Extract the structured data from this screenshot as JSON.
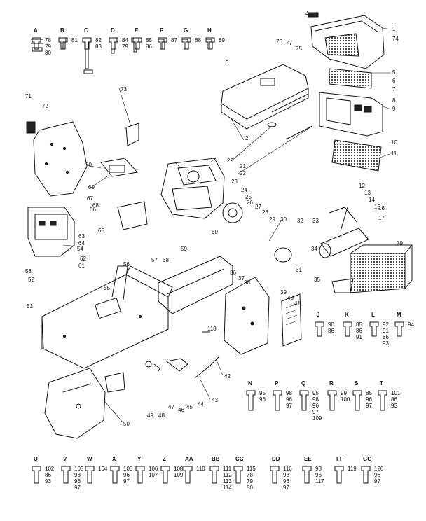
{
  "top_legend": [
    {
      "letter": "A",
      "nums": [
        "78",
        "79",
        "80"
      ]
    },
    {
      "letter": "B",
      "nums": [
        "81"
      ]
    },
    {
      "letter": "C",
      "nums": [
        "82",
        "83"
      ]
    },
    {
      "letter": "D",
      "nums": [
        "84",
        "79"
      ]
    },
    {
      "letter": "E",
      "nums": [
        "85",
        "86"
      ]
    },
    {
      "letter": "F",
      "nums": [
        "87"
      ]
    },
    {
      "letter": "G",
      "nums": [
        "88"
      ]
    },
    {
      "letter": "H",
      "nums": [
        "89"
      ]
    }
  ],
  "right_legend": [
    {
      "letter": "J",
      "nums": [
        "90",
        "86"
      ]
    },
    {
      "letter": "K",
      "nums": [
        "85",
        "86",
        "91"
      ]
    },
    {
      "letter": "L",
      "nums": [
        "92",
        "91",
        "86",
        "93"
      ]
    },
    {
      "letter": "M",
      "nums": [
        "94"
      ]
    }
  ],
  "mid_legend": [
    {
      "letter": "N",
      "nums": [
        "95",
        "96"
      ]
    },
    {
      "letter": "P",
      "nums": [
        "98",
        "96",
        "97"
      ]
    },
    {
      "letter": "Q",
      "nums": [
        "95",
        "98",
        "96",
        "97",
        "109"
      ]
    },
    {
      "letter": "R",
      "nums": [
        "99",
        "100"
      ]
    },
    {
      "letter": "S",
      "nums": [
        "85",
        "96",
        "97"
      ]
    },
    {
      "letter": "T",
      "nums": [
        "101",
        "86",
        "93"
      ]
    }
  ],
  "bottom_legend": [
    {
      "letter": "U",
      "nums": [
        "102",
        "86",
        "93"
      ]
    },
    {
      "letter": "V",
      "nums": [
        "103",
        "98",
        "96",
        "97"
      ]
    },
    {
      "letter": "W",
      "nums": [
        "104"
      ]
    },
    {
      "letter": "X",
      "nums": [
        "105",
        "96",
        "97"
      ]
    },
    {
      "letter": "Y",
      "nums": [
        "106",
        "107"
      ]
    },
    {
      "letter": "Z",
      "nums": [
        "108",
        "109"
      ]
    },
    {
      "letter": "AA",
      "nums": [
        "110"
      ]
    },
    {
      "letter": "BB",
      "nums": [
        "111",
        "112",
        "113",
        "114"
      ]
    },
    {
      "letter": "CC",
      "nums": [
        "115",
        "78",
        "79",
        "80"
      ]
    },
    {
      "letter": "DD",
      "nums": [
        "116",
        "98",
        "96",
        "97"
      ]
    },
    {
      "letter": "EE",
      "nums": [
        "98",
        "96",
        "117"
      ]
    },
    {
      "letter": "FF",
      "nums": [
        "119"
      ]
    },
    {
      "letter": "GG",
      "nums": [
        "120",
        "96",
        "97"
      ]
    }
  ],
  "callouts": {
    "c1": "1",
    "c2": "2",
    "c3": "3",
    "c4": "4",
    "c5": "5",
    "c6": "6",
    "c7": "7",
    "c8": "8",
    "c9": "9",
    "c10": "10",
    "c11": "11",
    "c12": "12",
    "c13": "13",
    "c14": "14",
    "c15": "15",
    "c16": "16",
    "c17": "17",
    "c20": "20",
    "c21": "21",
    "c22": "22",
    "c23": "23",
    "c24": "24",
    "c25": "25",
    "c26": "26",
    "c27": "27",
    "c28": "28",
    "c29": "29",
    "c30": "30",
    "c31": "31",
    "c32": "32",
    "c33": "33",
    "c34": "34",
    "c35": "35",
    "c36": "36",
    "c37": "37",
    "c38": "38",
    "c39": "39",
    "c40": "40",
    "c41": "41",
    "c42": "42",
    "c43": "43",
    "c44": "44",
    "c45": "45",
    "c46": "46",
    "c47": "47",
    "c48": "48",
    "c49": "49",
    "c50": "50",
    "c51": "51",
    "c52": "52",
    "c53": "53",
    "c54": "54",
    "c55": "55",
    "c56": "56",
    "c57": "57",
    "c58": "58",
    "c59": "59",
    "c60": "60",
    "c61": "61",
    "c62": "62",
    "c63": "63",
    "c64": "64",
    "c65": "65",
    "c66": "66",
    "c67": "67",
    "c68": "68",
    "c69": "69",
    "c70": "70",
    "c71": "71",
    "c72": "72",
    "c73": "73",
    "c74": "74",
    "c75": "75",
    "c76": "76",
    "c77": "77",
    "c79": "79",
    "c118": "118"
  }
}
